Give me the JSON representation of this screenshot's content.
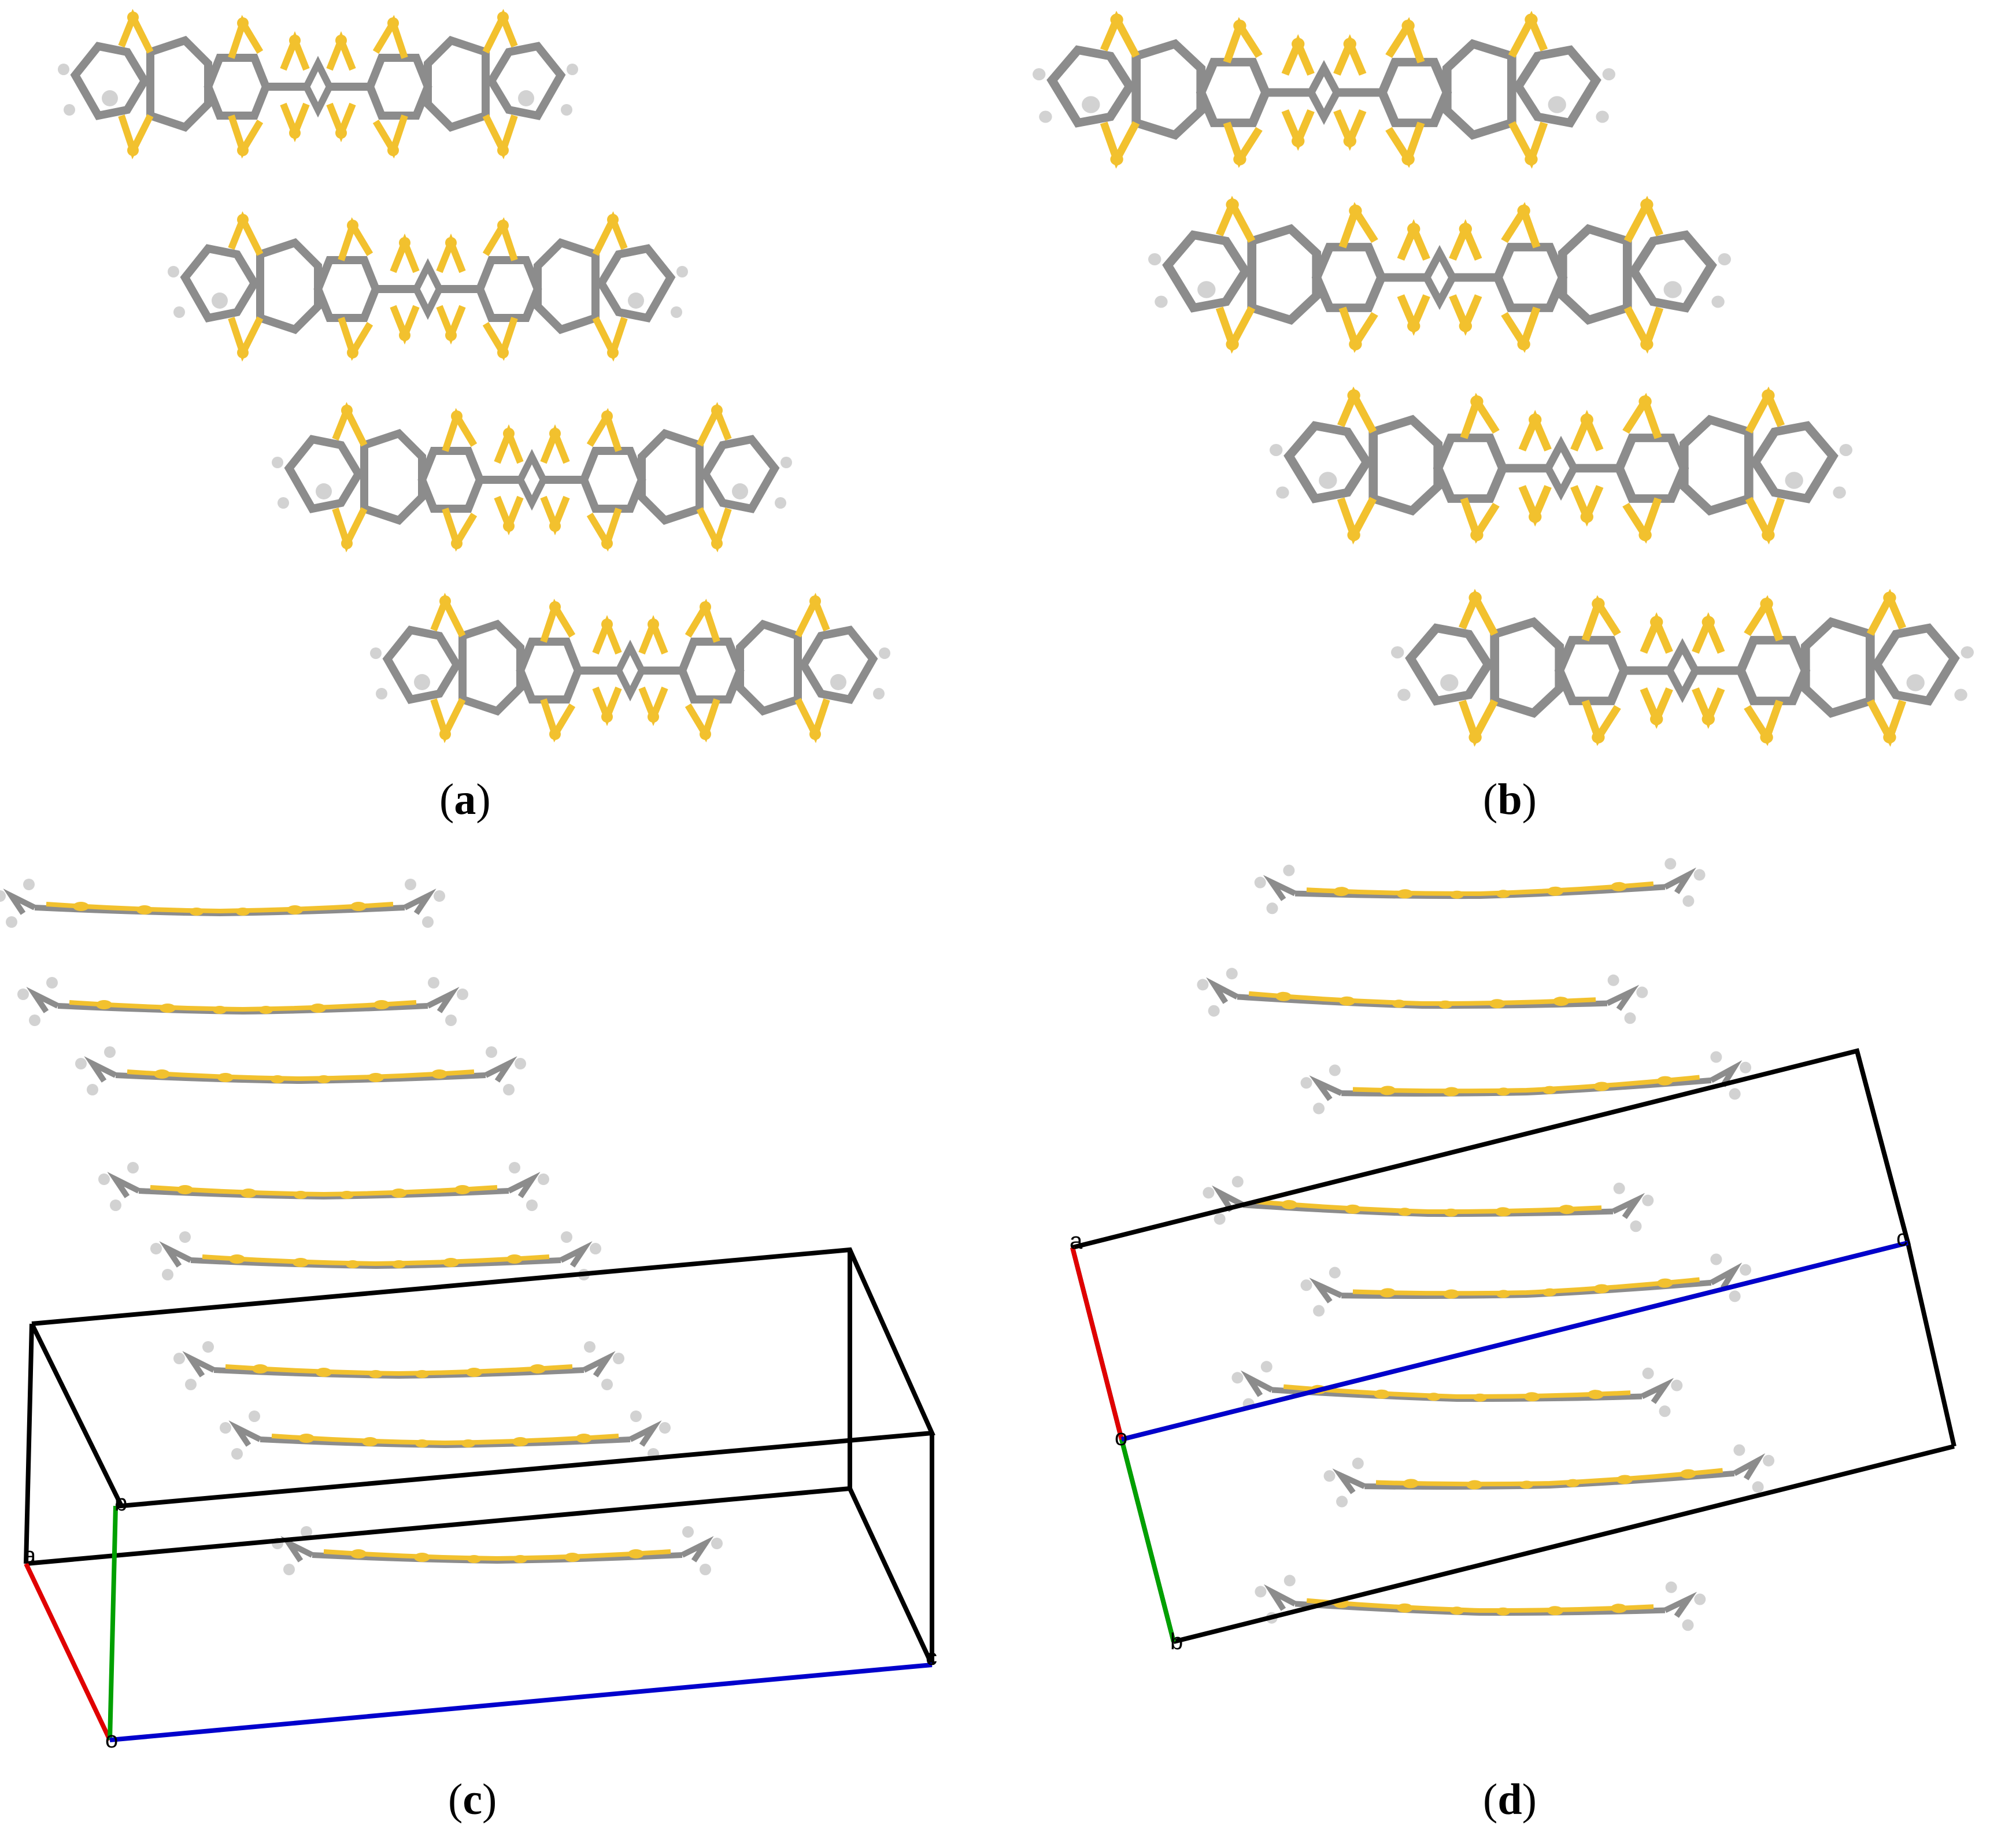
{
  "figure": {
    "panels": [
      {
        "id": "a",
        "label": "a",
        "view": "stack"
      },
      {
        "id": "b",
        "label": "b",
        "view": "stack"
      },
      {
        "id": "c",
        "label": "c",
        "view": "side",
        "axes": {
          "origin": "o",
          "a": "a",
          "b": "b",
          "c": "c"
        }
      },
      {
        "id": "d",
        "label": "d",
        "view": "side",
        "axes": {
          "origin": "o",
          "a": "a",
          "b": "b",
          "c": "c"
        }
      }
    ],
    "colors": {
      "carbon": "#8c8c8c",
      "sulfur": "#f2c12e",
      "hydrogen": "#d2d2d2",
      "cell_edge": "#000000",
      "axis_a": "#e00000",
      "axis_b": "#00a000",
      "axis_c": "#0000cc"
    }
  }
}
